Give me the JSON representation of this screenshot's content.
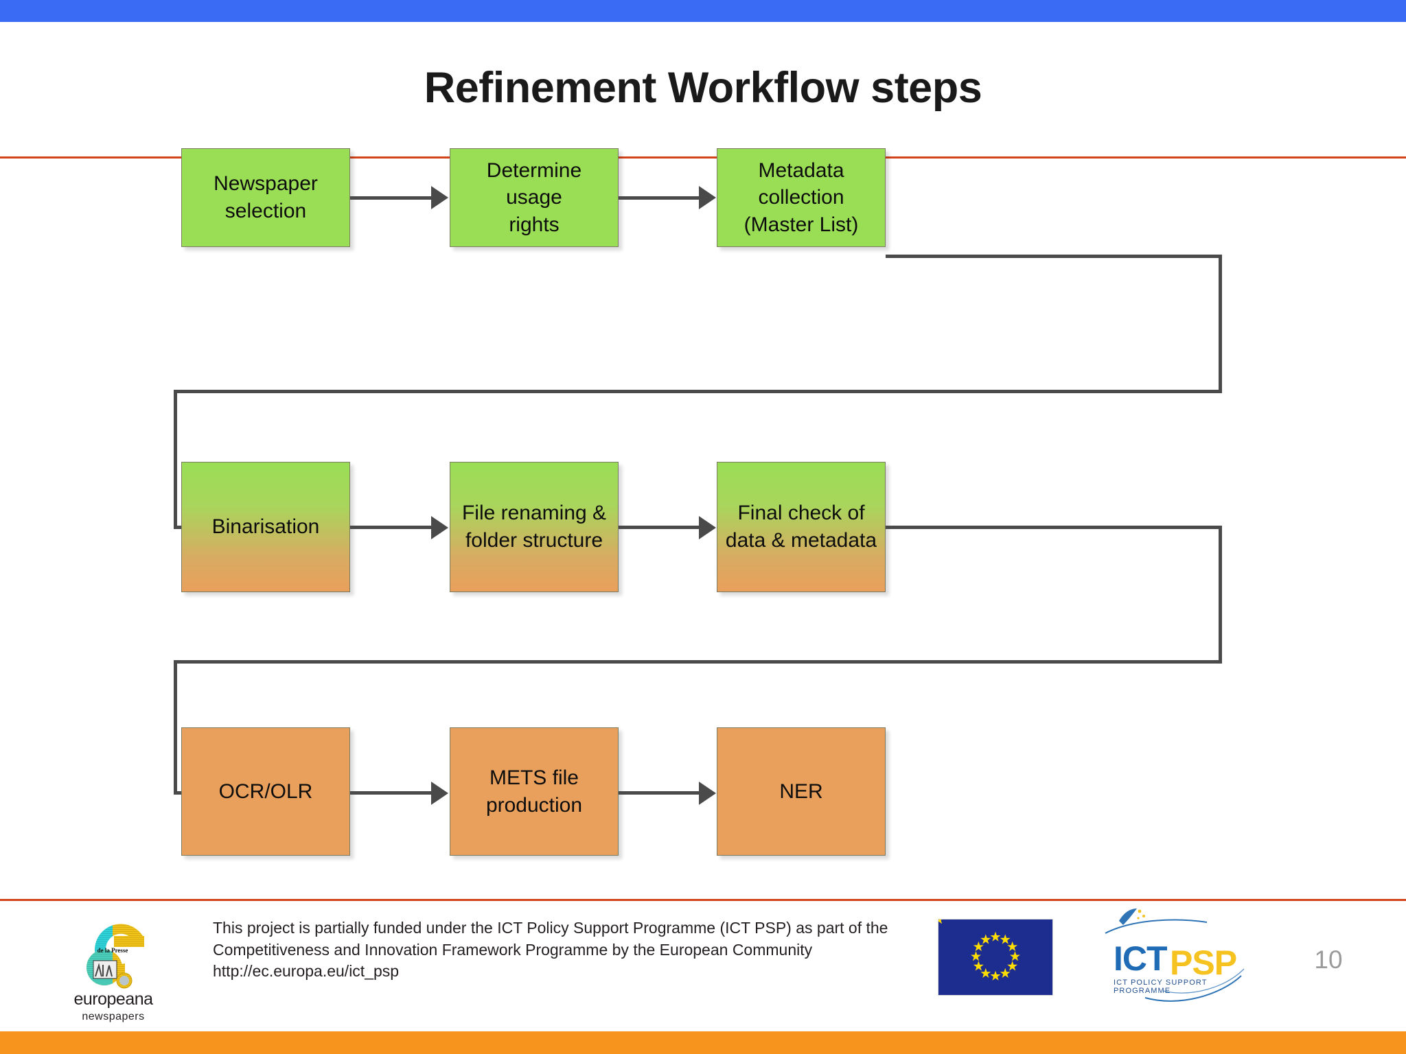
{
  "slide": {
    "title": "Refinement Workflow steps",
    "page_number": "10",
    "accent_top_color": "#3a6bf5",
    "accent_bottom_color": "#f7941d",
    "rule_color": "#d2431a"
  },
  "flow": {
    "box_colors": {
      "green": "#9ade55",
      "gradient_top": "#9ade55",
      "gradient_bottom": "#e9a05c",
      "orange": "#e9a05c",
      "connector": "#4a4a4a"
    },
    "rows": [
      {
        "row": 1,
        "style": "green",
        "boxes": [
          {
            "label": "Newspaper\nselection"
          },
          {
            "label": "Determine usage\nrights"
          },
          {
            "label": "Metadata collection\n(Master List)"
          }
        ]
      },
      {
        "row": 2,
        "style": "gradient",
        "boxes": [
          {
            "label": "Binarisation"
          },
          {
            "label": "File renaming &\nfolder structure"
          },
          {
            "label": "Final check of\ndata & metadata"
          }
        ]
      },
      {
        "row": 3,
        "style": "orange",
        "boxes": [
          {
            "label": "OCR/OLR"
          },
          {
            "label": "METS file\nproduction"
          },
          {
            "label": "NER"
          }
        ]
      }
    ]
  },
  "footer": {
    "funding_line_1": "This project is partially funded under the ICT Policy Support Programme (ICT PSP) as part of the",
    "funding_line_2": "Competitiveness and Innovation Framework Programme by the European Community",
    "funding_line_3": "http://ec.europa.eu/ict_psp",
    "europeana_word": "europeana",
    "europeana_sub": "newspapers",
    "europeana_inner_text": "de la Presse",
    "ictpsp_ict": "ICT",
    "ictpsp_psp": "PSP",
    "ictpsp_tagline": "ICT POLICY SUPPORT PROGRAMME"
  }
}
